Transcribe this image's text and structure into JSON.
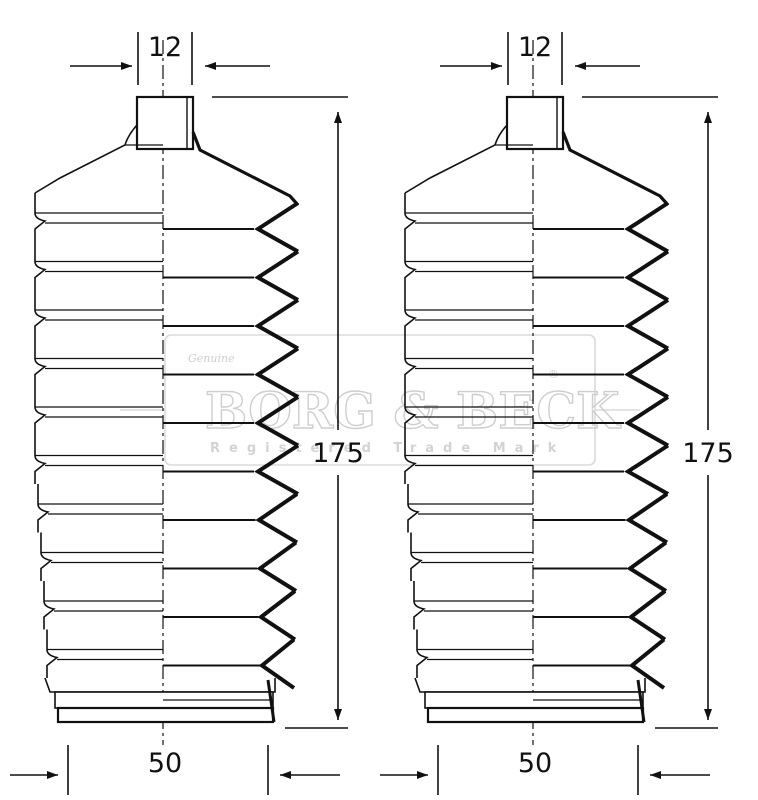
{
  "dimensions": {
    "neck_width": "12",
    "length": "175",
    "base_width": "50"
  },
  "watermark": {
    "script": "Genuine",
    "brand": "BORG & BECK",
    "registered": "®",
    "subtitle": "Registered Trade Mark"
  },
  "colors": {
    "line": "#111111",
    "watermark": "#c9c9c9",
    "background": "#ffffff"
  },
  "boots": [
    {
      "id": "left"
    },
    {
      "id": "right"
    }
  ]
}
